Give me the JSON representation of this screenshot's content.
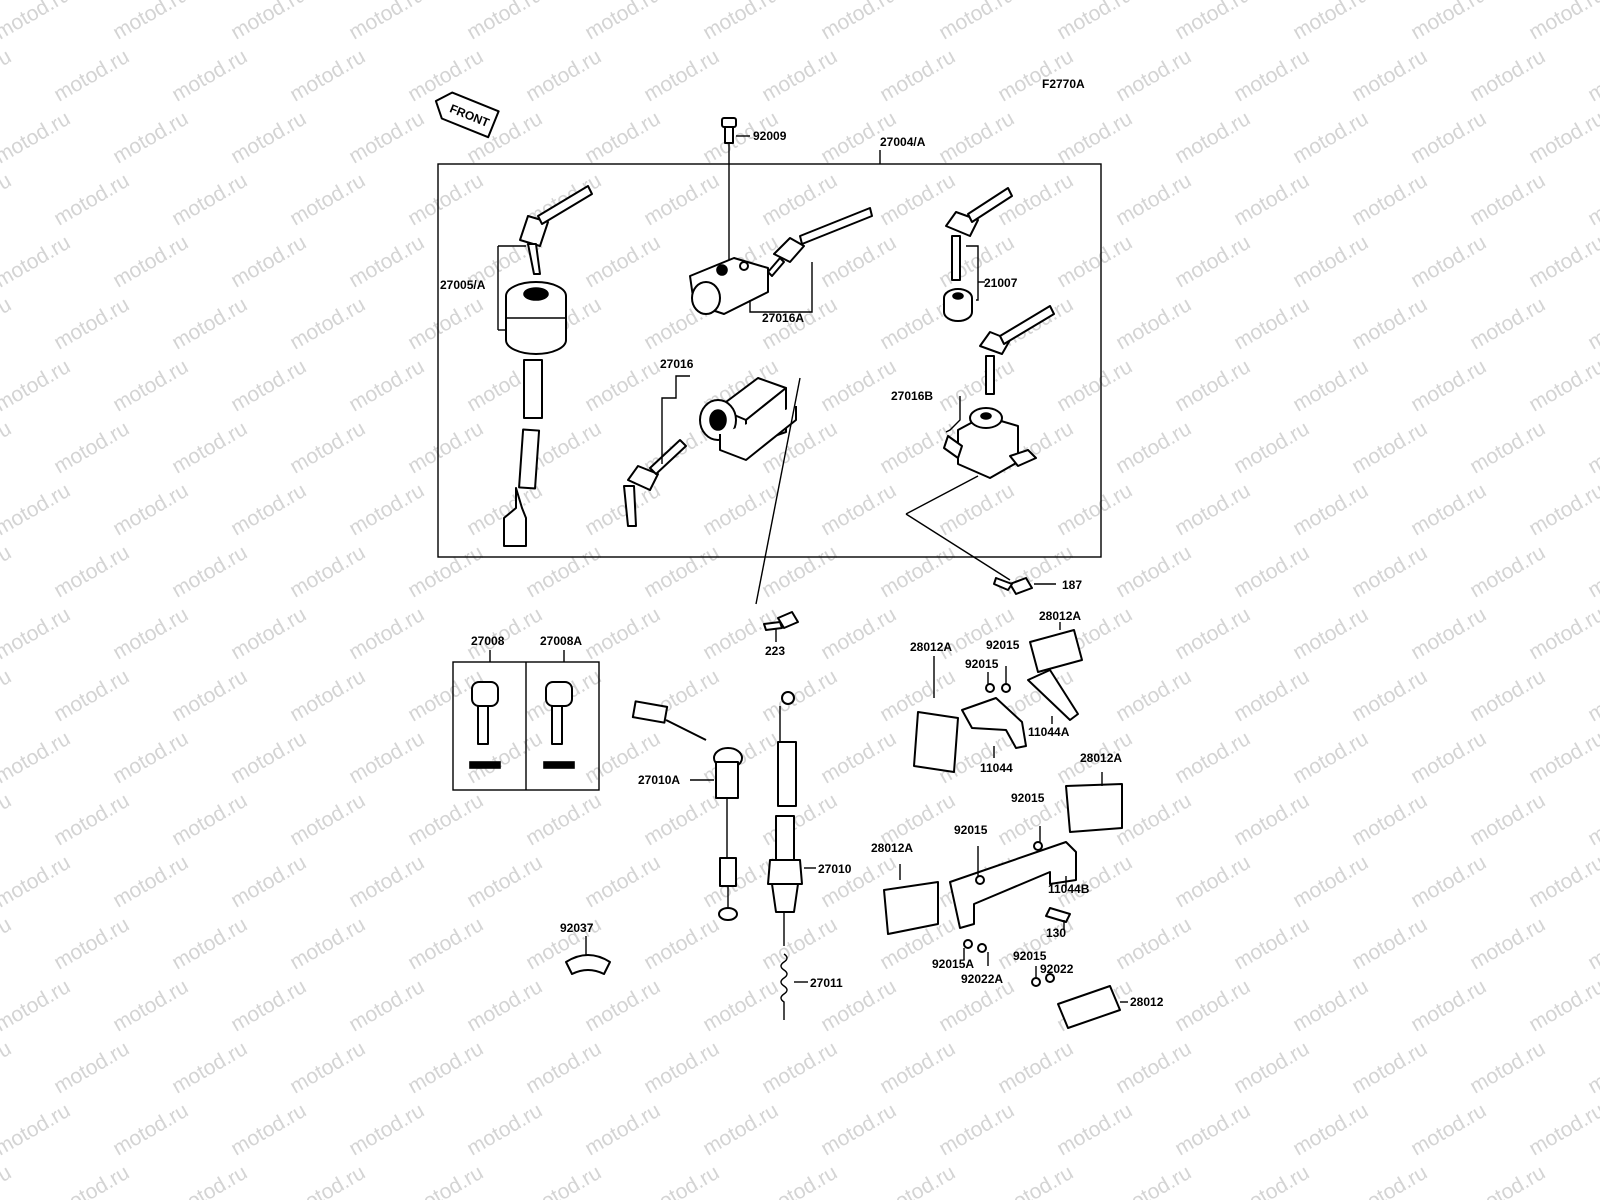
{
  "watermark": "motod.ru",
  "figure_code": "F2770A",
  "front_arrow": "FRONT",
  "labels": {
    "p92009": "92009",
    "p27004A": "27004/A",
    "p27005A": "27005/A",
    "p27016A": "27016A",
    "p21007": "21007",
    "p27016": "27016",
    "p27016B": "27016B",
    "p187": "187",
    "p223": "223",
    "p27008": "27008",
    "p27008A": "27008A",
    "p27010A": "27010A",
    "p27010": "27010",
    "p27011": "27011",
    "p92037": "92037",
    "p28012A_1": "28012A",
    "p28012A_2": "28012A",
    "p28012A_3": "28012A",
    "p28012A_4": "28012A",
    "p92015_1": "92015",
    "p92015_2": "92015",
    "p92015_3": "92015",
    "p92015_4": "92015",
    "p92015_5": "92015",
    "p11044A": "11044A",
    "p11044": "11044",
    "p11044B": "11044B",
    "p130": "130",
    "p92015A": "92015A",
    "p92022A": "92022A",
    "p92022": "92022",
    "p28012": "28012"
  }
}
